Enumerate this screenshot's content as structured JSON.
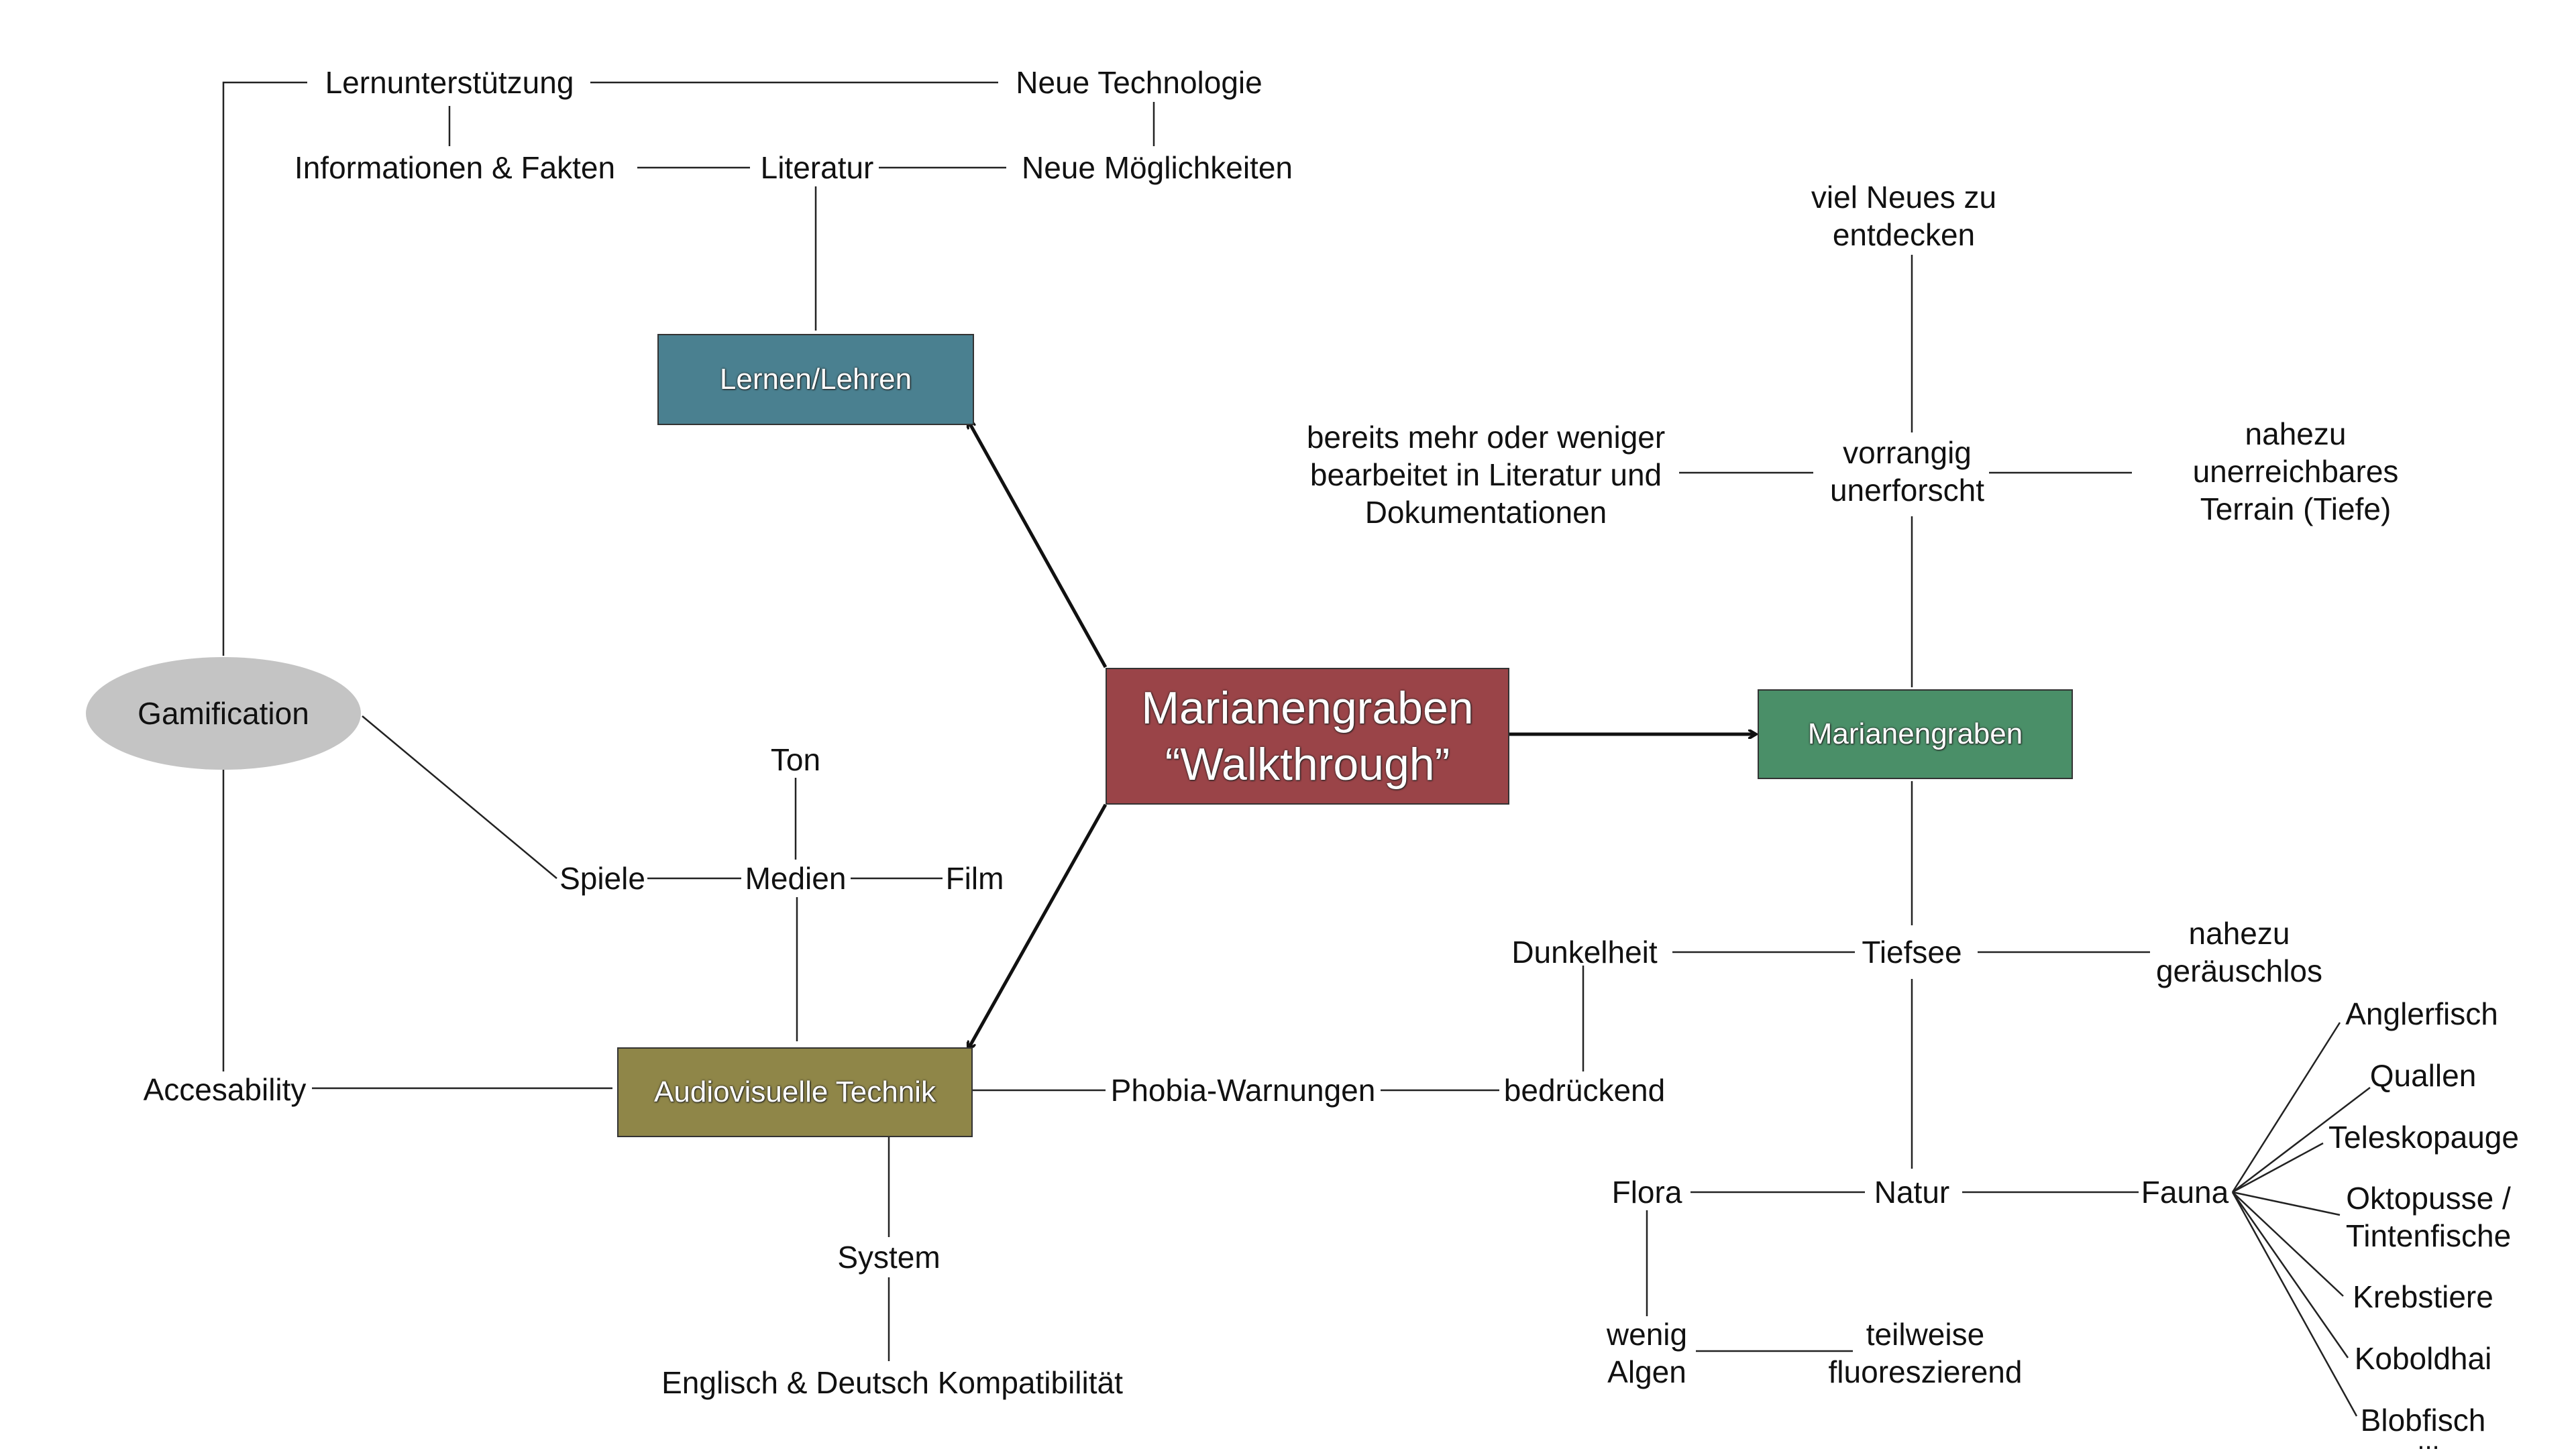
{
  "colors": {
    "center": "#9a4448",
    "lernen": "#4a8090",
    "marianen": "#4a8f68",
    "audio": "#8f8648",
    "gamification": "#c4c4c4",
    "line": "#222222"
  },
  "nodes": {
    "center": "Marianengraben\n“Walkthrough”",
    "lernen": "Lernen/Lehren",
    "marianen": "Marianengraben",
    "audio": "Audiovisuelle Technik",
    "gamification": "Gamification"
  },
  "labels": {
    "lernunterstuetzung": "Lernunterstützung",
    "neue_technologie": "Neue Technologie",
    "informationen": "Informationen & Fakten",
    "literatur": "Literatur",
    "neue_moeglichkeiten": "Neue Möglichkeiten",
    "viel_neues": "viel Neues zu\nentdecken",
    "bereits": "bereits mehr oder weniger\nbearbeitet in Literatur und\nDokumentationen",
    "vorrangig": "vorrangig\nunerforscht",
    "nahezu_unerreichbar": "nahezu unerreichbares\nTerrain (Tiefe)",
    "ton": "Ton",
    "spiele": "Spiele",
    "medien": "Medien",
    "film": "Film",
    "dunkelheit": "Dunkelheit",
    "tiefsee": "Tiefsee",
    "nahezu_geraeuschlos": "nahezu\ngeräuschlos",
    "accesability": "Accesability",
    "phobia": "Phobia-Warnungen",
    "bedrueckend": "bedrückend",
    "system": "System",
    "englisch": "Englisch & Deutsch Kompatibilität",
    "flora": "Flora",
    "natur": "Natur",
    "fauna": "Fauna",
    "wenig_algen": "wenig\nAlgen",
    "teilweise": "teilweise\nfluoreszierend",
    "anglerfisch": "Anglerfisch",
    "quallen": "Quallen",
    "teleskopauge": "Teleskopauge",
    "oktopusse": "Oktopusse /\nTintenfische",
    "krebstiere": "Krebstiere",
    "koboldhai": "Koboldhai",
    "blobfisch": "Blobfisch",
    "ellipsis": "..."
  }
}
